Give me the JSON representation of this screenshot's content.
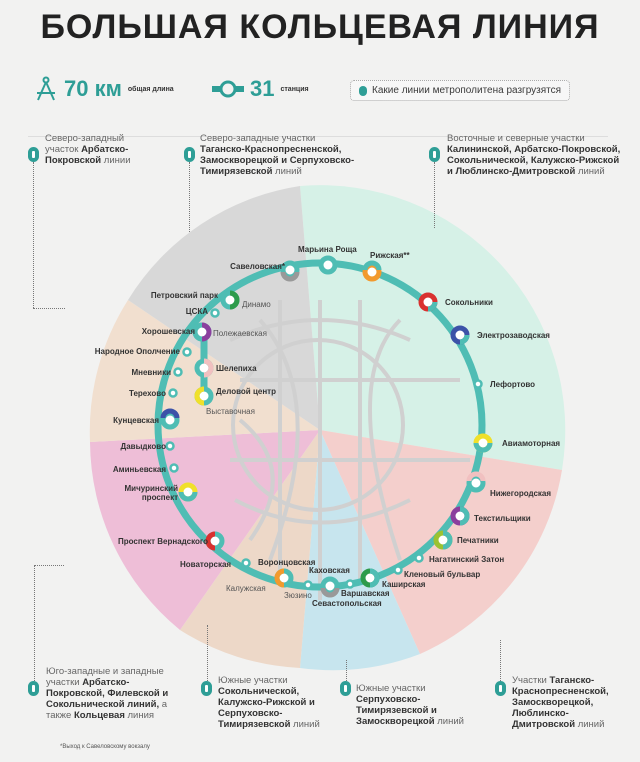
{
  "title": "БОЛЬШАЯ КОЛЬЦЕВАЯ ЛИНИЯ",
  "stats": {
    "length_value": "70 км",
    "length_label": "общая длина",
    "stations_value": "31",
    "stations_label": "станция"
  },
  "legend_button": "Какие линии метрополитена разгрузятся",
  "notes": {
    "nw1": {
      "pre": "Северо-западный участок ",
      "bold": "Арбатско-Покровской",
      "post": " линии"
    },
    "nw2": {
      "pre": "Северо-западные участки ",
      "bold": "Таганско-Краснопресненской, Замоскворецкой и Серпуховско-Тимирязевской",
      "post": " линий"
    },
    "ne": {
      "pre": "Восточные и северные участки ",
      "bold": "Калининской, Арбатско-Покровской, Сокольнической, Калужско-Рижской и Люблинско-Дмитровской",
      "post": " линий"
    },
    "sw": {
      "pre": "Юго-западные и западные участки ",
      "bold": "Арбатско-Покровской, Филевской и Сокольнической линий,",
      "post": " а также ",
      "bold2": "Кольцевая",
      "post2": " линия"
    },
    "s1": {
      "pre": "Южные участки ",
      "bold": "Сокольнической, Калужско-Рижской и Серпуховско-Тимирязевской",
      "post": " линий"
    },
    "s2": {
      "pre": "Южные участки ",
      "bold": "Серпуховско-Тимирязевской и Замоскворецкой",
      "post": " линий"
    },
    "se": {
      "pre": "Участки ",
      "bold": "Таганско-Краснопресненской, Замоскворецкой, Люблинско-Дмитровской",
      "post": " линий"
    }
  },
  "footnote": "*Выход к Савеловскому вокзалу",
  "stations": [
    "Савеловская*",
    "Марьина Роща",
    "Рижская**",
    "Сокольники",
    "Электрозаводская",
    "Лефортово",
    "Авиамоторная",
    "Нижегородская",
    "Текстильщики",
    "Печатники",
    "Нагатинский Затон",
    "Кленовый бульвар",
    "Каширская",
    "Варшавская",
    "Каховская",
    "Севастопольская",
    "Зюзино",
    "Воронцовская",
    "Калужская",
    "Новаторская",
    "Проспект Вернадского",
    "Мичуринский проспект",
    "Аминьевская",
    "Давыдково",
    "Кунцевская",
    "Терехово",
    "Мневники",
    "Народное Ополчение",
    "Хорошевская",
    "Полежаевская",
    "ЦСКА",
    "Петровский парк",
    "Динамо",
    "Шелепиха",
    "Деловой центр",
    "Выставочная"
  ],
  "colors": {
    "ring": "#4fbdb4",
    "accent": "#2e9e96"
  }
}
